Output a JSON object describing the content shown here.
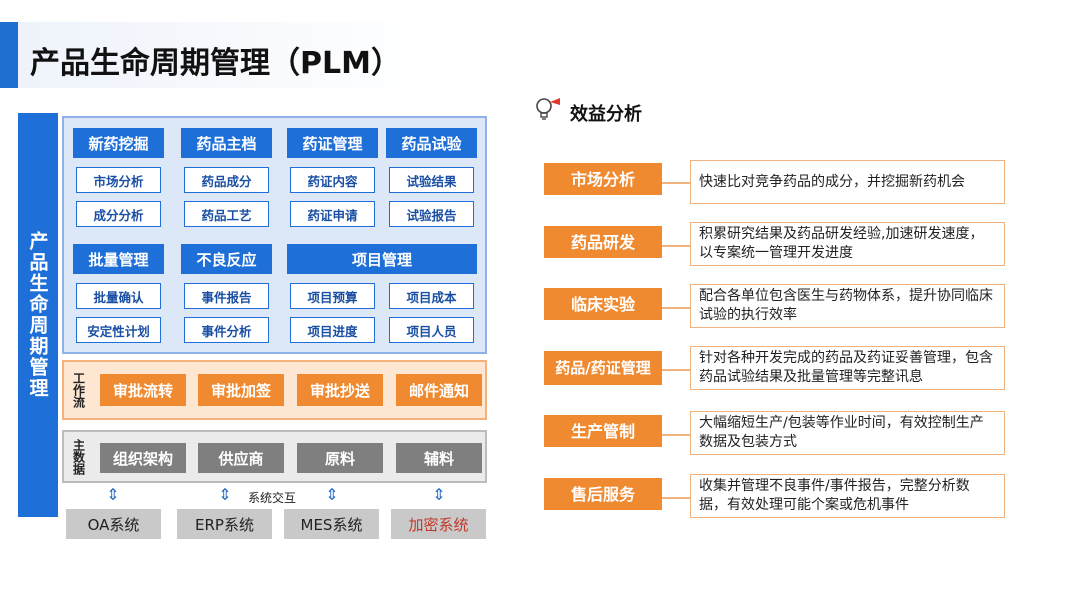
{
  "title": "产品生命周期管理（PLM）",
  "vertical_label": "产品生命周期管理",
  "modules": [
    {
      "header": "新药挖掘",
      "items": [
        "市场分析",
        "成分分析"
      ]
    },
    {
      "header": "药品主档",
      "items": [
        "药品成分",
        "药品工艺"
      ]
    },
    {
      "header": "药证管理",
      "items": [
        "药证内容",
        "药证申请"
      ]
    },
    {
      "header": "药品试验",
      "items": [
        "试验结果",
        "试验报告"
      ]
    },
    {
      "header": "批量管理",
      "items": [
        "批量确认",
        "安定性计划"
      ]
    },
    {
      "header": "不良反应",
      "items": [
        "事件报告",
        "事件分析"
      ]
    },
    {
      "header": "项目管理",
      "items": [
        "项目预算",
        "项目成本",
        "项目进度",
        "项目人员"
      ]
    }
  ],
  "workflow": {
    "label": "工作流",
    "items": [
      "审批流转",
      "审批加签",
      "审批抄送",
      "邮件通知"
    ]
  },
  "master_data": {
    "label": "主数据",
    "items": [
      "组织架构",
      "供应商",
      "原料",
      "辅料"
    ]
  },
  "interaction_label": "系统交互",
  "systems": [
    "OA系统",
    "ERP系统",
    "MES系统",
    "加密系统"
  ],
  "benefits_title": "效益分析",
  "benefits": [
    {
      "tag": "市场分析",
      "desc": "快速比对竞争药品的成分，并挖掘新药机会"
    },
    {
      "tag": "药品研发",
      "desc": "积累研究结果及药品研发经验,加速研发速度，以专案统一管理开发进度"
    },
    {
      "tag": "临床实验",
      "desc": "配合各单位包含医生与药物体系，提升协同临床试验的执行效率"
    },
    {
      "tag": "药品/药证管理",
      "desc": "针对各种开发完成的药品及药证妥善管理，包含药品试验结果及批量管理等完整讯息"
    },
    {
      "tag": "生产管制",
      "desc": "大幅缩短生产/包装等作业时间，有效控制生产数据及包装方式"
    },
    {
      "tag": "售后服务",
      "desc": "收集并管理不良事件/事件报告，完整分析数据，有效处理可能个案或危机事件"
    }
  ],
  "colors": {
    "blue": "#1e6fd8",
    "orange": "#f08a30",
    "gray": "#7f7f7f",
    "red_text": "#c0392b"
  }
}
